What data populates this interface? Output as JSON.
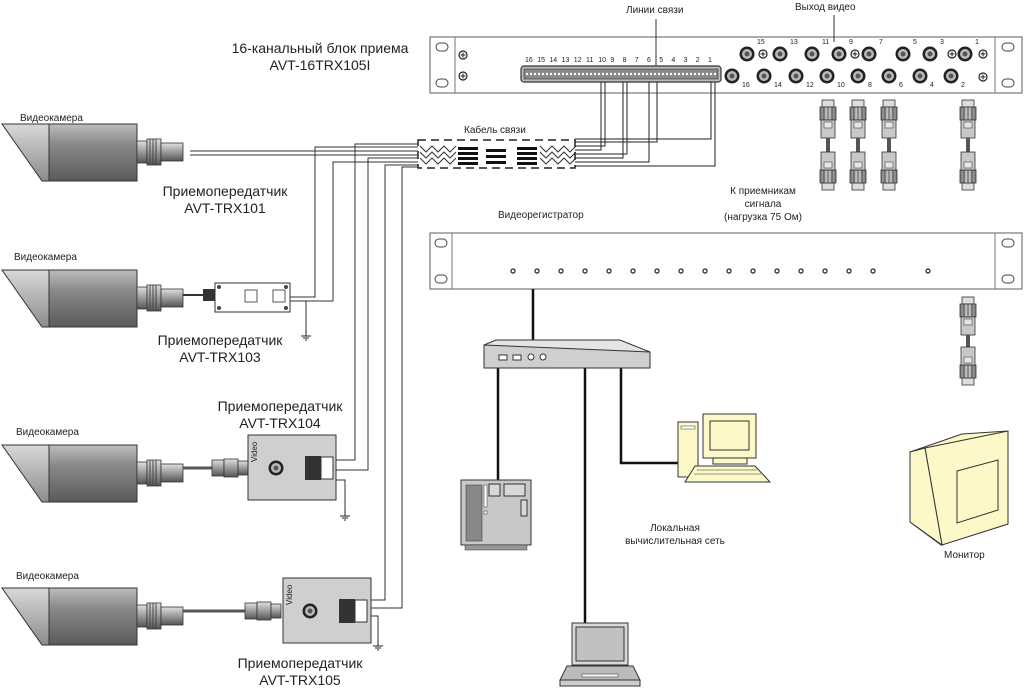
{
  "receiver_block": {
    "title_line1": "16-канальный блок приема",
    "title_line2": "AVT-16TRX105I",
    "lines_label": "Линии связи",
    "video_out_label": "Выход видео",
    "terminal_numbers": [
      "16",
      "15",
      "14",
      "13",
      "12",
      "11",
      "10",
      "9",
      "8",
      "7",
      "6",
      "5",
      "4",
      "3",
      "2",
      "1"
    ],
    "bnc_top_numbers": [
      "15",
      "13",
      "11",
      "9",
      "7",
      "5",
      "3",
      "1"
    ],
    "bnc_bottom_numbers": [
      "16",
      "14",
      "12",
      "10",
      "8",
      "6",
      "4",
      "2"
    ]
  },
  "cable": {
    "label": "Кабель связи"
  },
  "signal_receivers": {
    "line1": "К приемникам",
    "line2": "сигнала",
    "line3": "(нагрузка 75 Ом)"
  },
  "dvr": {
    "label": "Видеорегистратор",
    "input_count": 17
  },
  "cameras": [
    {
      "label": "Видеокамера",
      "transceiver_line1": "Приемопередатчик",
      "transceiver_line2": "AVT-TRX101"
    },
    {
      "label": "Видеокамера",
      "transceiver_line1": "Приемопередатчик",
      "transceiver_line2": "AVT-TRX103"
    },
    {
      "label": "Видеокамера",
      "transceiver_line1": "Приемопередатчик",
      "transceiver_line2": "AVT-TRX104"
    },
    {
      "label": "Видеокамера",
      "transceiver_line1": "Приемопередатчик",
      "transceiver_line2": "AVT-TRX105"
    }
  ],
  "transceiver_video_label": "Video",
  "network": {
    "label_line1": "Локальная",
    "label_line2": "вычислительная сеть"
  },
  "monitor": {
    "label": "Монитор"
  },
  "colors": {
    "camera_body": "#7a7a7a",
    "device_gray": "#c8c8c8",
    "pc_yellow": "#fdf8c8",
    "line": "#222222"
  }
}
